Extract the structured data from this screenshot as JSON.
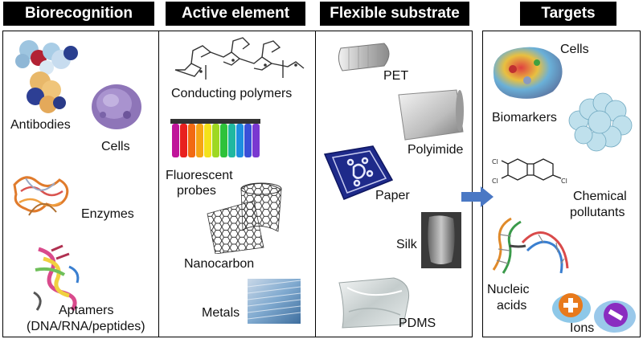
{
  "columns": {
    "biorecognition": {
      "header": "Biorecognition",
      "items": [
        "Antibodies",
        "Cells",
        "Enzymes",
        "Aptamers",
        "(DNA/RNA/peptides)"
      ]
    },
    "active_element": {
      "header": "Active element",
      "items": [
        "Conducting polymers",
        "Fluorescent",
        "probes",
        "Nanocarbon",
        "Metals"
      ]
    },
    "flexible_substrate": {
      "header": "Flexible substrate",
      "items": [
        "PET",
        "Polyimide",
        "Paper",
        "Silk",
        "PDMS"
      ]
    },
    "targets": {
      "header": "Targets",
      "items": [
        "Cells",
        "Biomarkers",
        "Chemical",
        "pollutants",
        "Nucleic",
        "acids",
        "Ions"
      ]
    }
  },
  "chem_labels": {
    "cl": "Cl"
  },
  "colors": {
    "header_bg": "#000000",
    "header_text": "#ffffff",
    "arrow": "#4a78c4"
  }
}
